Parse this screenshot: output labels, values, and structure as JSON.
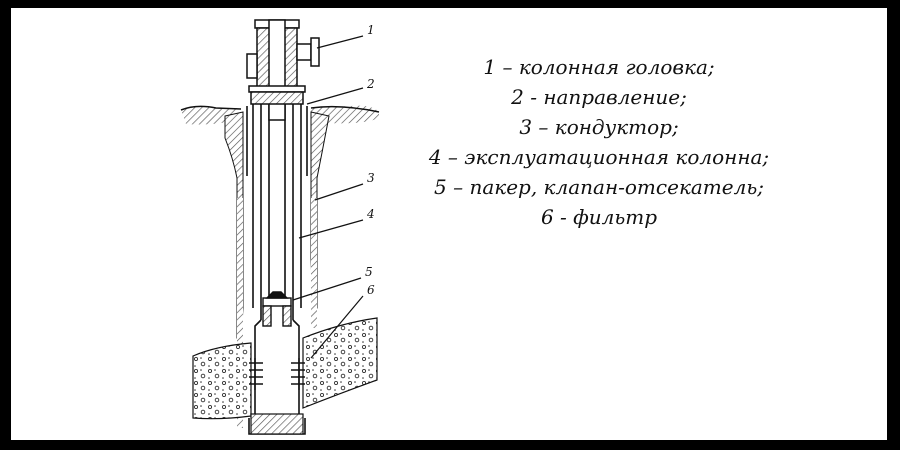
{
  "diagram": {
    "callouts": [
      "1",
      "2",
      "3",
      "4",
      "5",
      "6"
    ],
    "legend": [
      "1 – колонная головка;",
      "2 - направление;",
      "3 – кондуктор;",
      "4 – эксплуатационная колонна;",
      "5 – пакер, клапан-отсекатель;",
      "6 - фильтр"
    ]
  },
  "colors": {
    "background": "#000000",
    "paper": "#ffffff",
    "ink": "#111111",
    "hatch": "#555555"
  }
}
